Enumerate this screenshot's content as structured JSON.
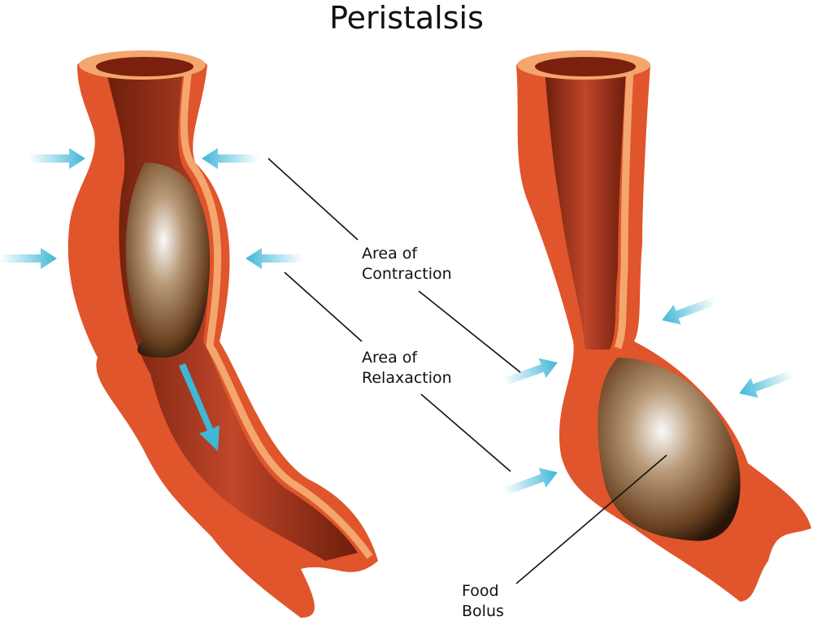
{
  "title": "Peristalsis",
  "labels": {
    "contraction_line1": "Area of",
    "contraction_line2": "Contraction",
    "relaxation_line1": "Area of",
    "relaxation_line2": "Relaxaction",
    "bolus_line1": "Food",
    "bolus_line2": "Bolus"
  },
  "colors": {
    "muscle": "#e0552b",
    "muscle_dark": "#8e2a14",
    "muscle_light": "#f3a66e",
    "bolus": "#7a5530",
    "arrow": "#3fb7d6"
  }
}
